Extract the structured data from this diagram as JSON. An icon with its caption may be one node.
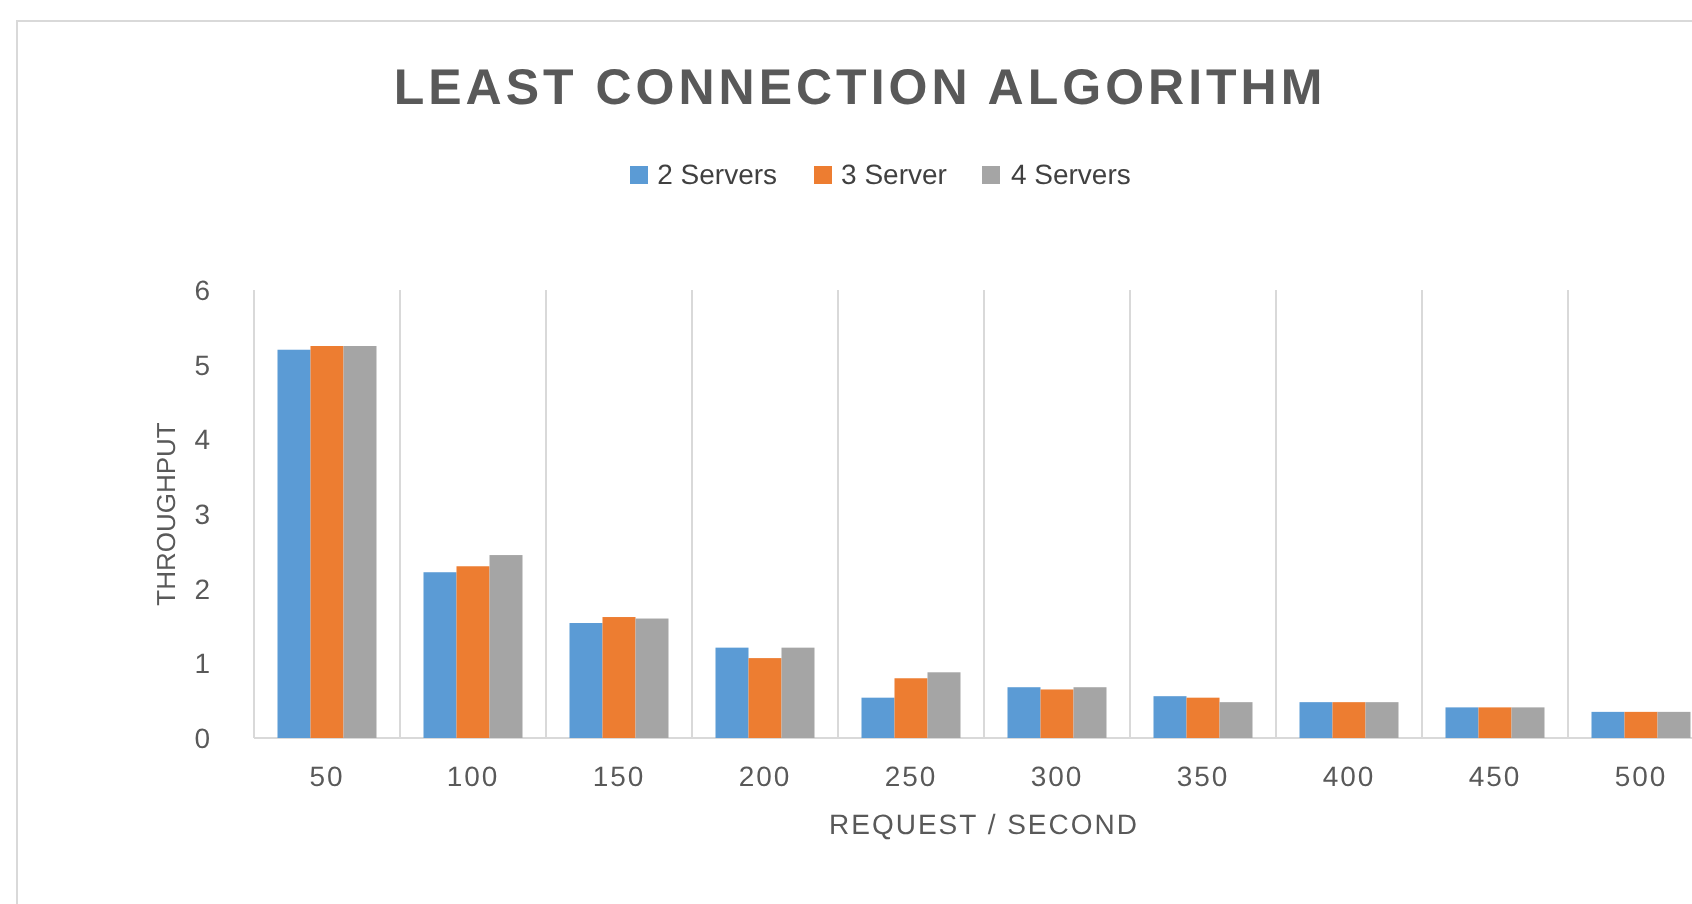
{
  "diagram": {
    "chart_data": {
      "type": "bar",
      "title": "LEAST CONNECTION ALGORITHM",
      "xlabel": "REQUEST / SECOND",
      "ylabel": "THROUGHPUT",
      "categories": [
        "50",
        "100",
        "150",
        "200",
        "250",
        "300",
        "350",
        "400",
        "450",
        "500"
      ],
      "series": [
        {
          "name": "2 Servers",
          "color": "#5b9bd5",
          "values": [
            5.2,
            2.22,
            1.54,
            1.21,
            0.54,
            0.68,
            0.56,
            0.48,
            0.41,
            0.35
          ]
        },
        {
          "name": "3 Server",
          "color": "#ed7d31",
          "values": [
            5.25,
            2.3,
            1.62,
            1.07,
            0.8,
            0.65,
            0.54,
            0.48,
            0.41,
            0.35
          ]
        },
        {
          "name": "4 Servers",
          "color": "#a5a5a5",
          "values": [
            5.25,
            2.45,
            1.6,
            1.21,
            0.88,
            0.68,
            0.48,
            0.48,
            0.41,
            0.35
          ]
        }
      ],
      "ylim": [
        0,
        6
      ],
      "yticks": [
        0,
        1,
        2,
        3,
        4,
        5,
        6
      ]
    }
  }
}
